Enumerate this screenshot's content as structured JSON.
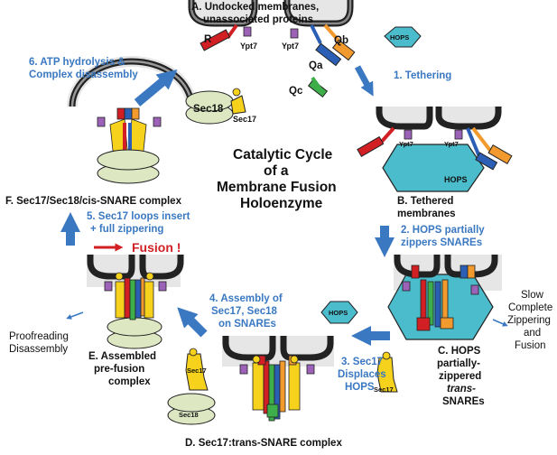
{
  "title": [
    "Catalytic Cycle",
    "of a",
    "Membrane Fusion",
    "Holoenzyme"
  ],
  "states": {
    "A": [
      "A. Undocked membranes,",
      "unassociated proteins"
    ],
    "B": [
      "B. Tethered",
      "membranes"
    ],
    "C": [
      "C. HOPS",
      "partially-",
      "zippered",
      "trans-",
      "SNAREs"
    ],
    "D": "D. Sec17:trans-SNARE complex",
    "E": [
      "E. Assembled",
      "pre-fusion",
      "complex"
    ],
    "F": "F. Sec17/Sec18/cis-SNARE complex"
  },
  "steps": {
    "s1": "1. Tethering",
    "s2": [
      "2. HOPS partially",
      "zippers SNAREs"
    ],
    "s3": [
      "3. Sec17",
      "Displaces",
      "HOPS"
    ],
    "s4": [
      "4. Assembly of",
      "Sec17, Sec18",
      "on SNAREs"
    ],
    "s5": [
      "5. Sec17 loops insert",
      "+ full zippering"
    ],
    "s6": [
      "6. ATP hydrolysis &",
      "Complex disassembly"
    ]
  },
  "fusion_label": "Fusion !",
  "side_notes": {
    "slow": [
      "Slow",
      "Complete",
      "Zippering",
      "and",
      "Fusion"
    ],
    "proofreading": [
      "Proofreading",
      "Disassembly"
    ]
  },
  "protein_labels": {
    "R": "R",
    "Qa": "Qa",
    "Qb": "Qb",
    "Qc": "Qc",
    "Ypt7": "Ypt7",
    "HOPS": "HOPS",
    "Sec17": "Sec17",
    "Sec18": "Sec18"
  },
  "colors": {
    "R": "#d11f24",
    "Qa": "#2b5fb5",
    "Qb": "#f29a2e",
    "Qc": "#3dae49",
    "Ypt7": "#9b62b8",
    "HOPS": "#4bbccc",
    "Sec17": "#f6d21d",
    "Sec18": "#dde8c3",
    "arrow": "#3a78c2",
    "fusion": "#d11f24"
  }
}
